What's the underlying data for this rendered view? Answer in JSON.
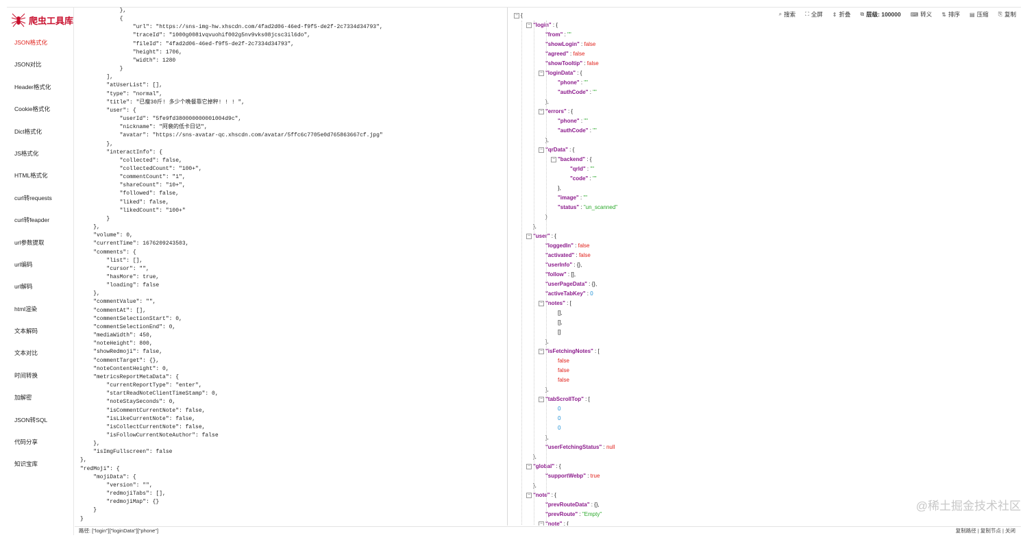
{
  "app": {
    "title": "爬虫工具库"
  },
  "nav": [
    "JSON格式化",
    "JSON对比",
    "Header格式化",
    "Cookie格式化",
    "Dict格式化",
    "JS格式化",
    "HTML格式化",
    "curl转requests",
    "curl转feapder",
    "url参数提取",
    "url编码",
    "url解码",
    "html渲染",
    "文本解码",
    "文本对比",
    "时间转换",
    "加解密",
    "JSON转SQL",
    "代码分享",
    "知识宝库"
  ],
  "toolbar": {
    "search": "搜索",
    "fullscreen": "全屏",
    "fold": "折叠",
    "level": "层级: 100000",
    "escape": "转义",
    "sort": "排序",
    "compress": "压缩",
    "copy": "复制"
  },
  "left_code": "            },\n            {\n                \"url\": \"https://sns-img-hw.xhscdn.com/4fad2d06-46ed-f9f5-de2f-2c7334d34793\",\n                \"traceId\": \"1000g0081vqvuohif002g5nv9vks08jcsc3il6do\",\n                \"fileId\": \"4fad2d06-46ed-f9f5-de2f-2c7334d34793\",\n                \"height\": 1706,\n                \"width\": 1280\n            }\n        ],\n        \"atUserList\": [],\n        \"type\": \"normal\",\n        \"title\": \"已瘦30斤! 多少个晚餐靠它掉秤! ! ! \",\n        \"user\": {\n            \"userId\": \"5fe9fd380000000001004d9c\",\n            \"nickname\": \"阿裴的低卡日记\",\n            \"avatar\": \"https://sns-avatar-qc.xhscdn.com/avatar/5ffc6c7705e0d765863667cf.jpg\"\n        },\n        \"interactInfo\": {\n            \"collected\": false,\n            \"collectedCount\": \"100+\",\n            \"commentCount\": \"1\",\n            \"shareCount\": \"10+\",\n            \"followed\": false,\n            \"liked\": false,\n            \"likedCount\": \"100+\"\n        }\n    },\n    \"volume\": 0,\n    \"currentTime\": 1676209243503,\n    \"comments\": {\n        \"list\": [],\n        \"cursor\": \"\",\n        \"hasMore\": true,\n        \"loading\": false\n    },\n    \"commentValue\": \"\",\n    \"commentAt\": [],\n    \"commentSelectionStart\": 0,\n    \"commentSelectionEnd\": 0,\n    \"mediaWidth\": 450,\n    \"noteHeight\": 800,\n    \"showRedmoji\": false,\n    \"commentTarget\": {},\n    \"noteContentHeight\": 0,\n    \"metricsReportMetaData\": {\n        \"currentReportType\": \"enter\",\n        \"startReadNoteClientTimeStamp\": 0,\n        \"noteStaySeconds\": 0,\n        \"isCommentCurrentNote\": false,\n        \"isLikeCurrentNote\": false,\n        \"isCollectCurrentNote\": false,\n        \"isFollowCurrentNoteAuthor\": false\n    },\n    \"isImgFullscreen\": false\n},\n\"redMoji\": {\n    \"mojiData\": {\n        \"version\": \"\",\n        \"redmojiTabs\": [],\n        \"redmojiMap\": {}\n    }\n}",
  "tree": [
    {
      "d": 0,
      "t": "open",
      "toggle": true,
      "k": null,
      "v": "{"
    },
    {
      "d": 1,
      "toggle": true,
      "k": "\"login\"",
      "v": "{"
    },
    {
      "d": 2,
      "k": "\"from\"",
      "v": "\"\"",
      "c": "str"
    },
    {
      "d": 2,
      "k": "\"showLogin\"",
      "v": "false",
      "c": "bool"
    },
    {
      "d": 2,
      "k": "\"agreed\"",
      "v": "false",
      "c": "bool"
    },
    {
      "d": 2,
      "k": "\"showTooltip\"",
      "v": "false",
      "c": "bool"
    },
    {
      "d": 2,
      "toggle": true,
      "k": "\"loginData\"",
      "v": "{"
    },
    {
      "d": 3,
      "k": "\"phone\"",
      "v": "\"\"",
      "c": "str"
    },
    {
      "d": 3,
      "k": "\"authCode\"",
      "v": "\"\"",
      "c": "str"
    },
    {
      "d": 2,
      "v": "},"
    },
    {
      "d": 2,
      "toggle": true,
      "k": "\"errors\"",
      "v": "{"
    },
    {
      "d": 3,
      "k": "\"phone\"",
      "v": "\"\"",
      "c": "str"
    },
    {
      "d": 3,
      "k": "\"authCode\"",
      "v": "\"\"",
      "c": "str"
    },
    {
      "d": 2,
      "v": "},"
    },
    {
      "d": 2,
      "toggle": true,
      "k": "\"qrData\"",
      "v": "{"
    },
    {
      "d": 3,
      "toggle": true,
      "k": "\"backend\"",
      "v": "{"
    },
    {
      "d": 4,
      "k": "\"qrId\"",
      "v": "\"\"",
      "c": "str"
    },
    {
      "d": 4,
      "k": "\"code\"",
      "v": "\"\"",
      "c": "str"
    },
    {
      "d": 3,
      "v": "},"
    },
    {
      "d": 3,
      "k": "\"image\"",
      "v": "\"\"",
      "c": "str"
    },
    {
      "d": 3,
      "k": "\"status\"",
      "v": "\"un_scanned\"",
      "c": "str"
    },
    {
      "d": 2,
      "v": "}"
    },
    {
      "d": 1,
      "v": "},"
    },
    {
      "d": 1,
      "toggle": true,
      "k": "\"user\"",
      "v": "{"
    },
    {
      "d": 2,
      "k": "\"loggedIn\"",
      "v": "false",
      "c": "bool"
    },
    {
      "d": 2,
      "k": "\"activated\"",
      "v": "false",
      "c": "bool"
    },
    {
      "d": 2,
      "k": "\"userInfo\"",
      "v": "{},",
      "c": "punc"
    },
    {
      "d": 2,
      "k": "\"follow\"",
      "v": "[],",
      "c": "punc"
    },
    {
      "d": 2,
      "k": "\"userPageData\"",
      "v": "{},",
      "c": "punc"
    },
    {
      "d": 2,
      "k": "\"activeTabKey\"",
      "v": "0",
      "c": "num"
    },
    {
      "d": 2,
      "toggle": true,
      "k": "\"notes\"",
      "v": "["
    },
    {
      "d": 3,
      "v": "[],"
    },
    {
      "d": 3,
      "v": "[],"
    },
    {
      "d": 3,
      "v": "[]"
    },
    {
      "d": 2,
      "v": "],"
    },
    {
      "d": 2,
      "toggle": true,
      "k": "\"isFetchingNotes\"",
      "v": "["
    },
    {
      "d": 3,
      "v": "false",
      "c": "bool"
    },
    {
      "d": 3,
      "v": "false",
      "c": "bool"
    },
    {
      "d": 3,
      "v": "false",
      "c": "bool"
    },
    {
      "d": 2,
      "v": "],"
    },
    {
      "d": 2,
      "toggle": true,
      "k": "\"tabScrollTop\"",
      "v": "["
    },
    {
      "d": 3,
      "v": "0",
      "c": "num"
    },
    {
      "d": 3,
      "v": "0",
      "c": "num"
    },
    {
      "d": 3,
      "v": "0",
      "c": "num"
    },
    {
      "d": 2,
      "v": "],"
    },
    {
      "d": 2,
      "k": "\"userFetchingStatus\"",
      "v": "null",
      "c": "null"
    },
    {
      "d": 1,
      "v": "},"
    },
    {
      "d": 1,
      "toggle": true,
      "k": "\"global\"",
      "v": "{"
    },
    {
      "d": 2,
      "k": "\"supportWebp\"",
      "v": "true",
      "c": "bool"
    },
    {
      "d": 1,
      "v": "},"
    },
    {
      "d": 1,
      "toggle": true,
      "k": "\"note\"",
      "v": "{"
    },
    {
      "d": 2,
      "k": "\"prevRouteData\"",
      "v": "{},",
      "c": "punc"
    },
    {
      "d": 2,
      "k": "\"prevRoute\"",
      "v": "\"Empty\"",
      "c": "str"
    },
    {
      "d": 2,
      "toggle": true,
      "k": "\"note\"",
      "v": "{"
    }
  ],
  "path": "路径: [\"login\"][\"loginData\"][\"phone\"]",
  "path_links": "复制路径 | 复制节点 | 关闭",
  "watermark": "@稀土掘金技术社区"
}
